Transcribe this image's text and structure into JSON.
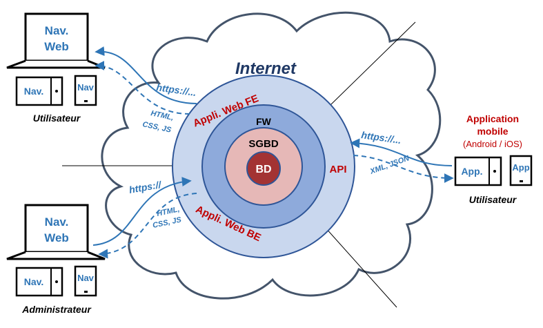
{
  "internet": "Internet",
  "layers": {
    "outer_fe": "Appli. Web FE",
    "outer_be": "Appli. Web BE",
    "outer_api": "API",
    "fw": "FW",
    "sgbd": "SGBD",
    "bd": "BD"
  },
  "user_top": {
    "laptop": "Nav.\nWeb",
    "tower": "Nav.",
    "tablet": "Nav",
    "caption": "Utilisateur",
    "protocol": "https://...",
    "formats": "HTML,\nCSS, JS"
  },
  "admin": {
    "laptop": "Nav.\nWeb",
    "tower": "Nav.",
    "tablet": "Nav",
    "caption": "Administrateur",
    "protocol": "https://",
    "formats": "HTML,\nCSS, JS"
  },
  "mobile": {
    "title": "Application\nmobile",
    "platforms": "(Android / iOS)",
    "tower": "App.",
    "tablet": "App",
    "caption": "Utilisateur",
    "protocol": "https://...",
    "formats": "XML, JSON"
  },
  "colors": {
    "cloud_stroke": "#44546a",
    "ring_outer": "#c9d7ee",
    "ring_fw": "#8eaadb",
    "ring_sgbd": "#e6b8b7",
    "core_bd": "#a33333",
    "ring_stroke": "#2e5597",
    "text_blue": "#2e75b6",
    "text_red": "#c00000",
    "text_dark": "#1f3864"
  }
}
